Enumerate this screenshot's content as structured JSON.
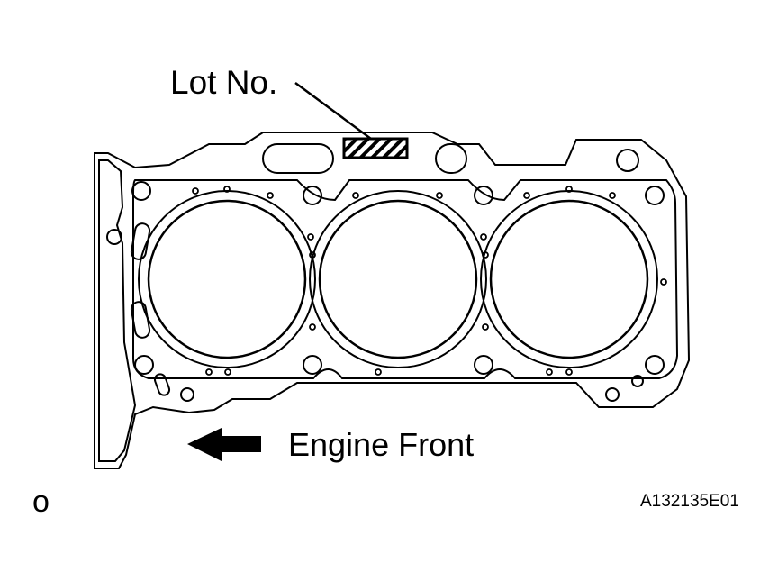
{
  "labels": {
    "lot_number": "Lot No.",
    "engine_front": "Engine Front",
    "corner_mark": "o",
    "reference_code": "A132135E01"
  },
  "colors": {
    "line": "#000000",
    "background": "#ffffff"
  }
}
